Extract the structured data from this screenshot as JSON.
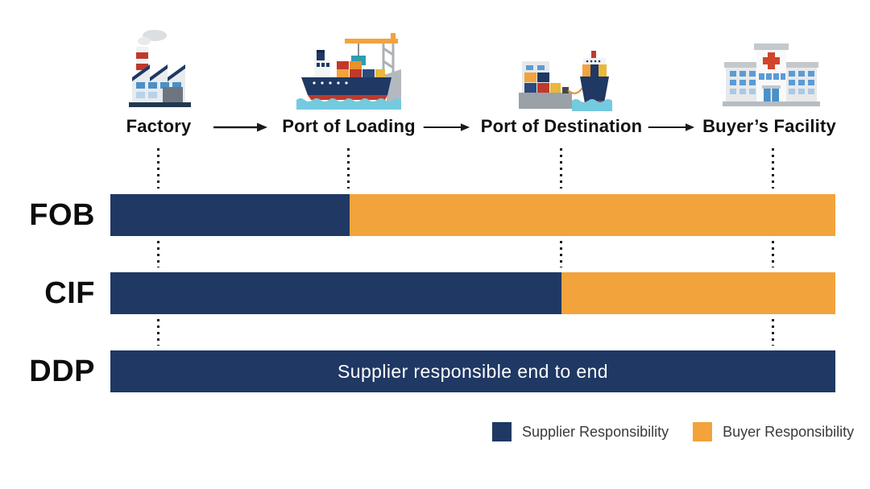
{
  "palette": {
    "supplier_navy": "#1F3864",
    "buyer_orange": "#F2A33C",
    "background": "#FFFFFF",
    "guide_dots": "#1A1A1A",
    "bar_text_white": "#FFFFFF"
  },
  "stations": [
    {
      "label": "Factory",
      "icon": "factory-icon"
    },
    {
      "label": "Port of Loading",
      "icon": "cargo-ship-crane-icon"
    },
    {
      "label": "Port of Destination",
      "icon": "arriving-ship-dock-icon"
    },
    {
      "label": "Buyer’s Facility",
      "icon": "hospital-building-icon"
    }
  ],
  "rows": [
    {
      "label": "FOB",
      "segments": [
        {
          "role": "supplier",
          "ends_at": "Port of Loading",
          "width_pct": 33,
          "color": "#1F3864"
        },
        {
          "role": "buyer",
          "width_pct": 67,
          "color": "#F2A33C"
        }
      ]
    },
    {
      "label": "CIF",
      "segments": [
        {
          "role": "supplier",
          "ends_at": "Port of Destination",
          "width_pct": 62.2,
          "color": "#1F3864"
        },
        {
          "role": "buyer",
          "width_pct": 37.8,
          "color": "#F2A33C"
        }
      ]
    },
    {
      "label": "DDP",
      "bar_text": "Supplier responsible end to end",
      "segments": [
        {
          "role": "supplier",
          "ends_at": "Buyer’s Facility",
          "width_pct": 100,
          "color": "#1F3864"
        }
      ]
    }
  ],
  "legend": {
    "items": [
      {
        "label": "Supplier Responsibility",
        "color": "#1F3864"
      },
      {
        "label": "Buyer Responsibility",
        "color": "#F2A33C"
      }
    ]
  }
}
